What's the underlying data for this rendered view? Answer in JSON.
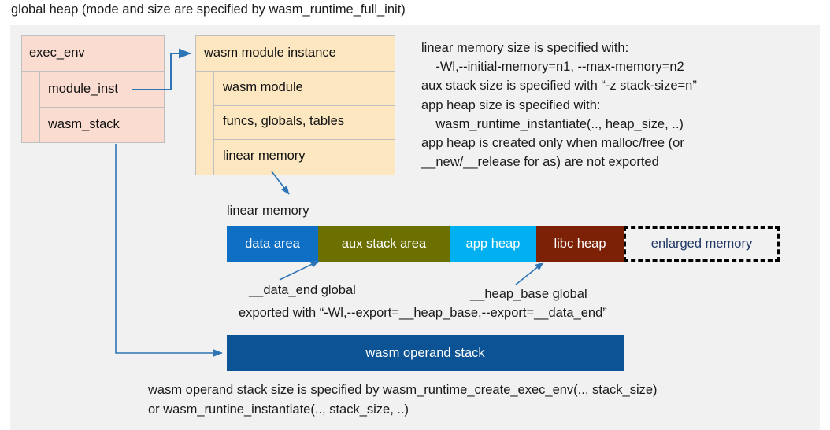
{
  "title": "global heap (mode and size are specified by wasm_runtime_full_init)",
  "colors": {
    "panel_background": "#f1f1f1",
    "exec_env_fill": "#fbdcd0",
    "module_fill": "#fce7c0",
    "box_border": "#bfbfbf",
    "connector": "#2e75b6",
    "data_area": "#0f6fc5",
    "aux_stack_area": "#6b7000",
    "app_heap": "#00b0f0",
    "libc_heap": "#7c2105",
    "enlarged_memory_text": "#1f3864",
    "enlarged_memory_border": "#000000",
    "operand_stack": "#0b5394"
  },
  "exec_env": {
    "header": "exec_env",
    "fields": [
      {
        "label": "module_inst"
      },
      {
        "label": "wasm_stack"
      }
    ]
  },
  "module_instance": {
    "header": "wasm module instance",
    "rows": [
      {
        "label": "wasm module"
      },
      {
        "label": "funcs, globals, tables"
      },
      {
        "label": "linear memory"
      }
    ]
  },
  "info_text": "linear memory size is specified with:\n    -Wl,--initial-memory=n1, --max-memory=n2\naux stack size is specified with “-z stack-size=n”\napp heap size is specified with:\n    wasm_runtime_instantiate(.., heap_size, ..)\napp heap is created only when malloc/free (or\n__new/__release for as) are not exported",
  "linear_memory": {
    "caption": "linear memory",
    "segments": [
      {
        "label": "data area",
        "color": "#0f6fc5",
        "width": 116,
        "dashed": false
      },
      {
        "label": "aux stack area",
        "color": "#6b7000",
        "width": 167,
        "dashed": false
      },
      {
        "label": "app heap",
        "color": "#00b0f0",
        "width": 110,
        "dashed": false
      },
      {
        "label": "libc heap",
        "color": "#7c2105",
        "width": 111,
        "dashed": false
      },
      {
        "label": "enlarged memory",
        "color": "#f1f1f1",
        "width": 198,
        "dashed": true
      }
    ]
  },
  "annotations": {
    "data_end": "__data_end global",
    "heap_base": "__heap_base global",
    "exported": "exported with “-Wl,--export=__heap_base,--export=__data_end”"
  },
  "operand_stack": {
    "label": "wasm operand stack"
  },
  "bottom_text": "wasm operand stack size is specified by wasm_runtime_create_exec_env(.., stack_size)\nor wasm_runtine_instantiate(.., stack_size, ..)"
}
